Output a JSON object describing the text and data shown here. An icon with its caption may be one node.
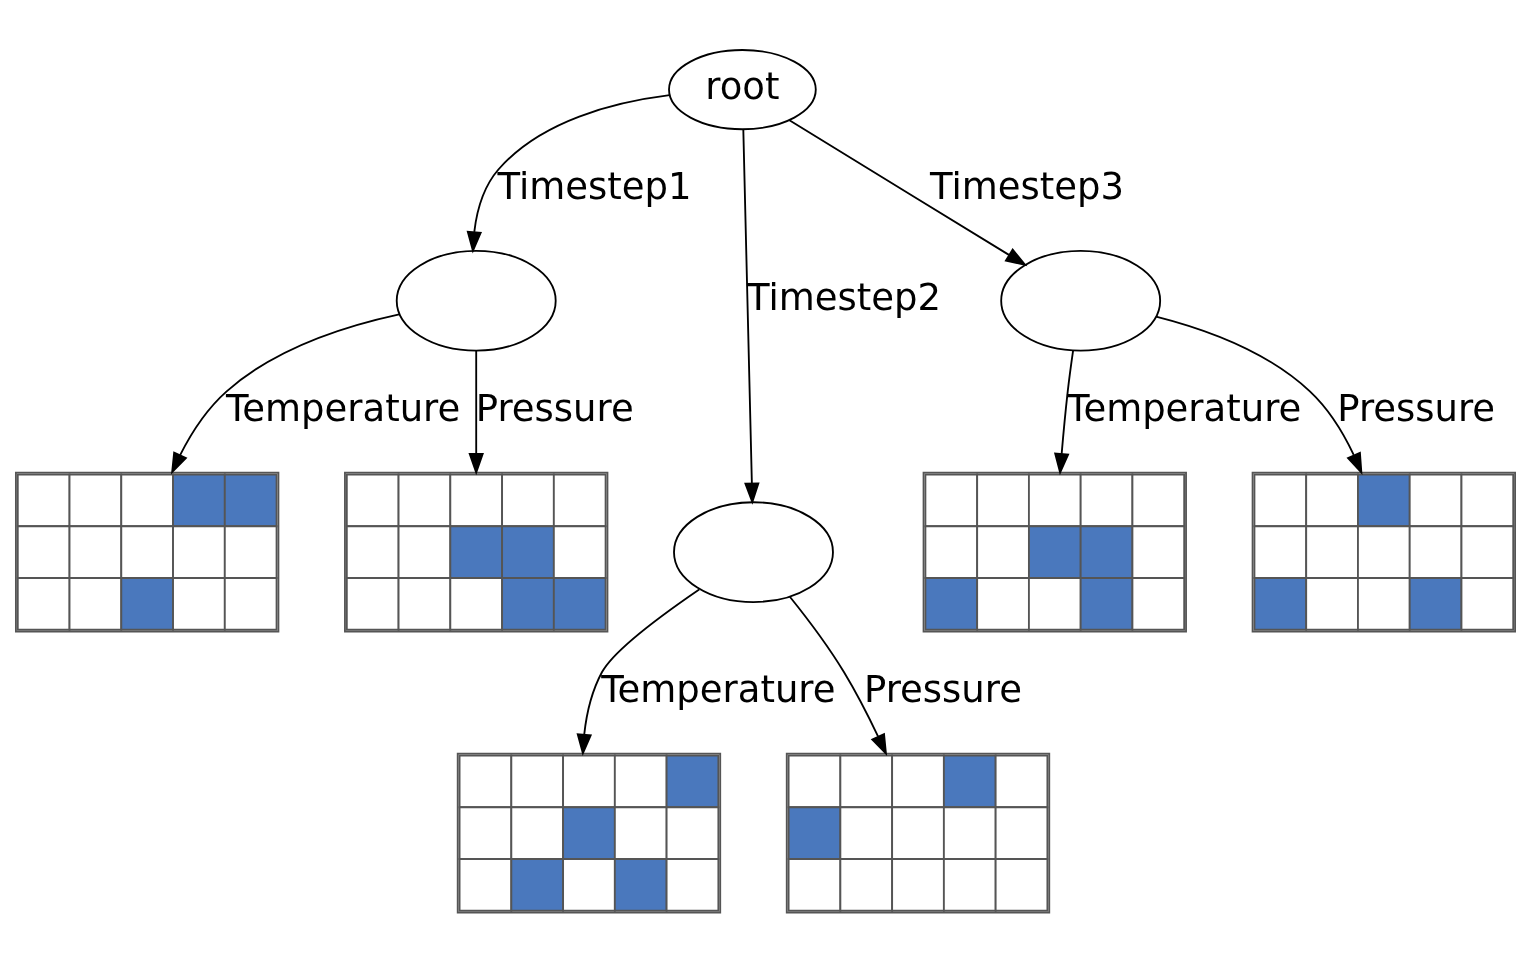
{
  "diagram": {
    "nodes": [
      {
        "text": [
          "root"
        ]
      },
      {
        "text": [],
        "shape": "ellipse"
      },
      {
        "text": [],
        "shape": "ellipse"
      },
      {
        "text": [],
        "shape": "ellipse"
      },
      {
        "text": [],
        "shape": "grid"
      },
      {
        "text": [],
        "shape": "grid"
      },
      {
        "text": [],
        "shape": "grid"
      },
      {
        "text": [],
        "shape": "grid"
      },
      {
        "text": [],
        "shape": "grid"
      },
      {
        "text": [],
        "shape": "grid"
      }
    ],
    "edges": [
      {
        "from": 0,
        "to": 1,
        "arrow": "to",
        "label": "Timestep1"
      },
      {
        "from": 0,
        "to": 3,
        "arrow": "to",
        "label": "Timestep2"
      },
      {
        "from": 0,
        "to": 2,
        "arrow": "to",
        "label": "Timestep3"
      },
      {
        "from": 1,
        "to": 4,
        "arrow": "to",
        "label": "Temperature"
      },
      {
        "from": 1,
        "to": 5,
        "arrow": "to",
        "label": "Pressure"
      },
      {
        "from": 3,
        "to": 8,
        "arrow": "to",
        "label": "Temperature"
      },
      {
        "from": 3,
        "to": 9,
        "arrow": "to",
        "label": "Pressure"
      },
      {
        "from": 2,
        "to": 6,
        "arrow": "to",
        "label": "Temperature"
      },
      {
        "from": 2,
        "to": 7,
        "arrow": "to",
        "label": "Pressure"
      }
    ]
  }
}
